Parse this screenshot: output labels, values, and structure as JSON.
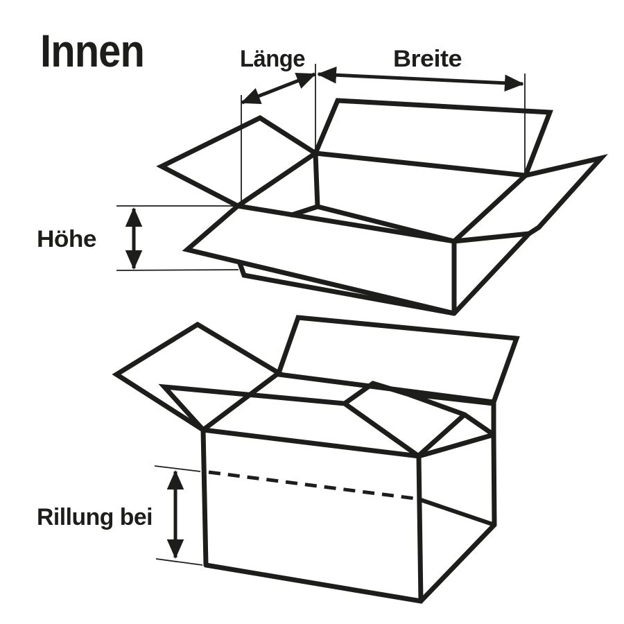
{
  "title": "Innen",
  "labels": {
    "length": "Länge",
    "width": "Breite",
    "height": "Höhe",
    "crease": "Rillung bei"
  },
  "colors": {
    "line": "#1d1d1b",
    "background": "#ffffff"
  }
}
